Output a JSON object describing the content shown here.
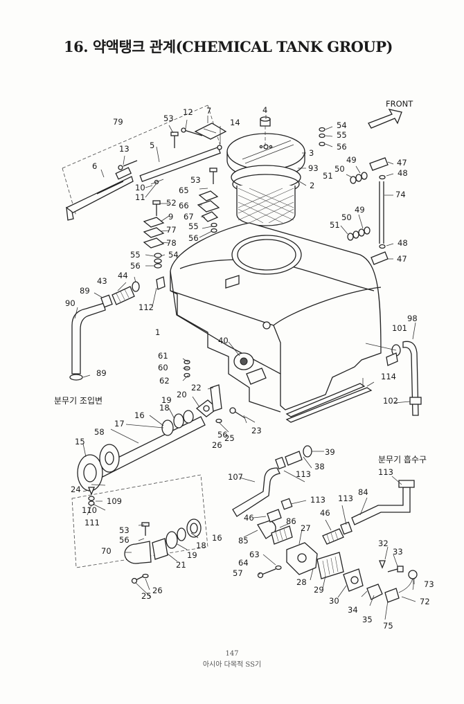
{
  "title": "16. 약액탱크 관계(CHEMICAL TANK GROUP)",
  "front_label": "FRONT",
  "captions": {
    "sprayer_assembly": "분무기 조입변",
    "sprayer_intake": "분무기 흡수구"
  },
  "labels": [
    {
      "id": "l1",
      "text": "1"
    },
    {
      "id": "l2",
      "text": "2"
    },
    {
      "id": "l3",
      "text": "3"
    },
    {
      "id": "l4",
      "text": "4"
    },
    {
      "id": "l5",
      "text": "5"
    },
    {
      "id": "l6",
      "text": "6"
    },
    {
      "id": "l7",
      "text": "7"
    },
    {
      "id": "l9",
      "text": "9"
    },
    {
      "id": "l10",
      "text": "10"
    },
    {
      "id": "l11",
      "text": "11"
    },
    {
      "id": "l12",
      "text": "12"
    },
    {
      "id": "l13",
      "text": "13"
    },
    {
      "id": "l14",
      "text": "14"
    },
    {
      "id": "l15",
      "text": "15"
    },
    {
      "id": "l16a",
      "text": "16"
    },
    {
      "id": "l16b",
      "text": "16"
    },
    {
      "id": "l17",
      "text": "17"
    },
    {
      "id": "l18a",
      "text": "18"
    },
    {
      "id": "l18b",
      "text": "18"
    },
    {
      "id": "l19a",
      "text": "19"
    },
    {
      "id": "l19b",
      "text": "19"
    },
    {
      "id": "l20",
      "text": "20"
    },
    {
      "id": "l21",
      "text": "21"
    },
    {
      "id": "l22",
      "text": "22"
    },
    {
      "id": "l23",
      "text": "23"
    },
    {
      "id": "l24",
      "text": "24"
    },
    {
      "id": "l25a",
      "text": "25"
    },
    {
      "id": "l25b",
      "text": "25"
    },
    {
      "id": "l26a",
      "text": "26"
    },
    {
      "id": "l26b",
      "text": "26"
    },
    {
      "id": "l27",
      "text": "27"
    },
    {
      "id": "l28",
      "text": "28"
    },
    {
      "id": "l29",
      "text": "29"
    },
    {
      "id": "l30",
      "text": "30"
    },
    {
      "id": "l32",
      "text": "32"
    },
    {
      "id": "l33",
      "text": "33"
    },
    {
      "id": "l34",
      "text": "34"
    },
    {
      "id": "l35",
      "text": "35"
    },
    {
      "id": "l38",
      "text": "38"
    },
    {
      "id": "l39",
      "text": "39"
    },
    {
      "id": "l40",
      "text": "40"
    },
    {
      "id": "l43",
      "text": "43"
    },
    {
      "id": "l44",
      "text": "44"
    },
    {
      "id": "l46a",
      "text": "46"
    },
    {
      "id": "l46b",
      "text": "46"
    },
    {
      "id": "l47a",
      "text": "47"
    },
    {
      "id": "l47b",
      "text": "47"
    },
    {
      "id": "l48a",
      "text": "48"
    },
    {
      "id": "l48b",
      "text": "48"
    },
    {
      "id": "l49a",
      "text": "49"
    },
    {
      "id": "l49b",
      "text": "49"
    },
    {
      "id": "l50a",
      "text": "50"
    },
    {
      "id": "l50b",
      "text": "50"
    },
    {
      "id": "l51a",
      "text": "51"
    },
    {
      "id": "l51b",
      "text": "51"
    },
    {
      "id": "l52",
      "text": "52"
    },
    {
      "id": "l53a",
      "text": "53"
    },
    {
      "id": "l53b",
      "text": "53"
    },
    {
      "id": "l53c",
      "text": "53"
    },
    {
      "id": "l54a",
      "text": "54"
    },
    {
      "id": "l54b",
      "text": "54"
    },
    {
      "id": "l55a",
      "text": "55"
    },
    {
      "id": "l55b",
      "text": "55"
    },
    {
      "id": "l55c",
      "text": "55"
    },
    {
      "id": "l56a",
      "text": "56"
    },
    {
      "id": "l56b",
      "text": "56"
    },
    {
      "id": "l56c",
      "text": "56"
    },
    {
      "id": "l56d",
      "text": "56"
    },
    {
      "id": "l56e",
      "text": "56"
    },
    {
      "id": "l57",
      "text": "57"
    },
    {
      "id": "l58",
      "text": "58"
    },
    {
      "id": "l60",
      "text": "60"
    },
    {
      "id": "l61",
      "text": "61"
    },
    {
      "id": "l62",
      "text": "62"
    },
    {
      "id": "l63",
      "text": "63"
    },
    {
      "id": "l64",
      "text": "64"
    },
    {
      "id": "l65",
      "text": "65"
    },
    {
      "id": "l66",
      "text": "66"
    },
    {
      "id": "l67",
      "text": "67"
    },
    {
      "id": "l70",
      "text": "70"
    },
    {
      "id": "l72",
      "text": "72"
    },
    {
      "id": "l73",
      "text": "73"
    },
    {
      "id": "l74",
      "text": "74"
    },
    {
      "id": "l75",
      "text": "75"
    },
    {
      "id": "l77",
      "text": "77"
    },
    {
      "id": "l78",
      "text": "78"
    },
    {
      "id": "l79",
      "text": "79"
    },
    {
      "id": "l84",
      "text": "84"
    },
    {
      "id": "l85",
      "text": "85"
    },
    {
      "id": "l86",
      "text": "86"
    },
    {
      "id": "l89a",
      "text": "89"
    },
    {
      "id": "l89b",
      "text": "89"
    },
    {
      "id": "l90",
      "text": "90"
    },
    {
      "id": "l93",
      "text": "93"
    },
    {
      "id": "l98",
      "text": "98"
    },
    {
      "id": "l101",
      "text": "101"
    },
    {
      "id": "l102",
      "text": "102"
    },
    {
      "id": "l107",
      "text": "107"
    },
    {
      "id": "l109",
      "text": "109"
    },
    {
      "id": "l110",
      "text": "110"
    },
    {
      "id": "l111",
      "text": "111"
    },
    {
      "id": "l112",
      "text": "112"
    },
    {
      "id": "l113a",
      "text": "113"
    },
    {
      "id": "l113b",
      "text": "113"
    },
    {
      "id": "l113c",
      "text": "113"
    },
    {
      "id": "l113d",
      "text": "113"
    },
    {
      "id": "l114",
      "text": "114"
    }
  ],
  "footer": {
    "page_number": "147",
    "caption": "아시아 다목적 SS기"
  }
}
